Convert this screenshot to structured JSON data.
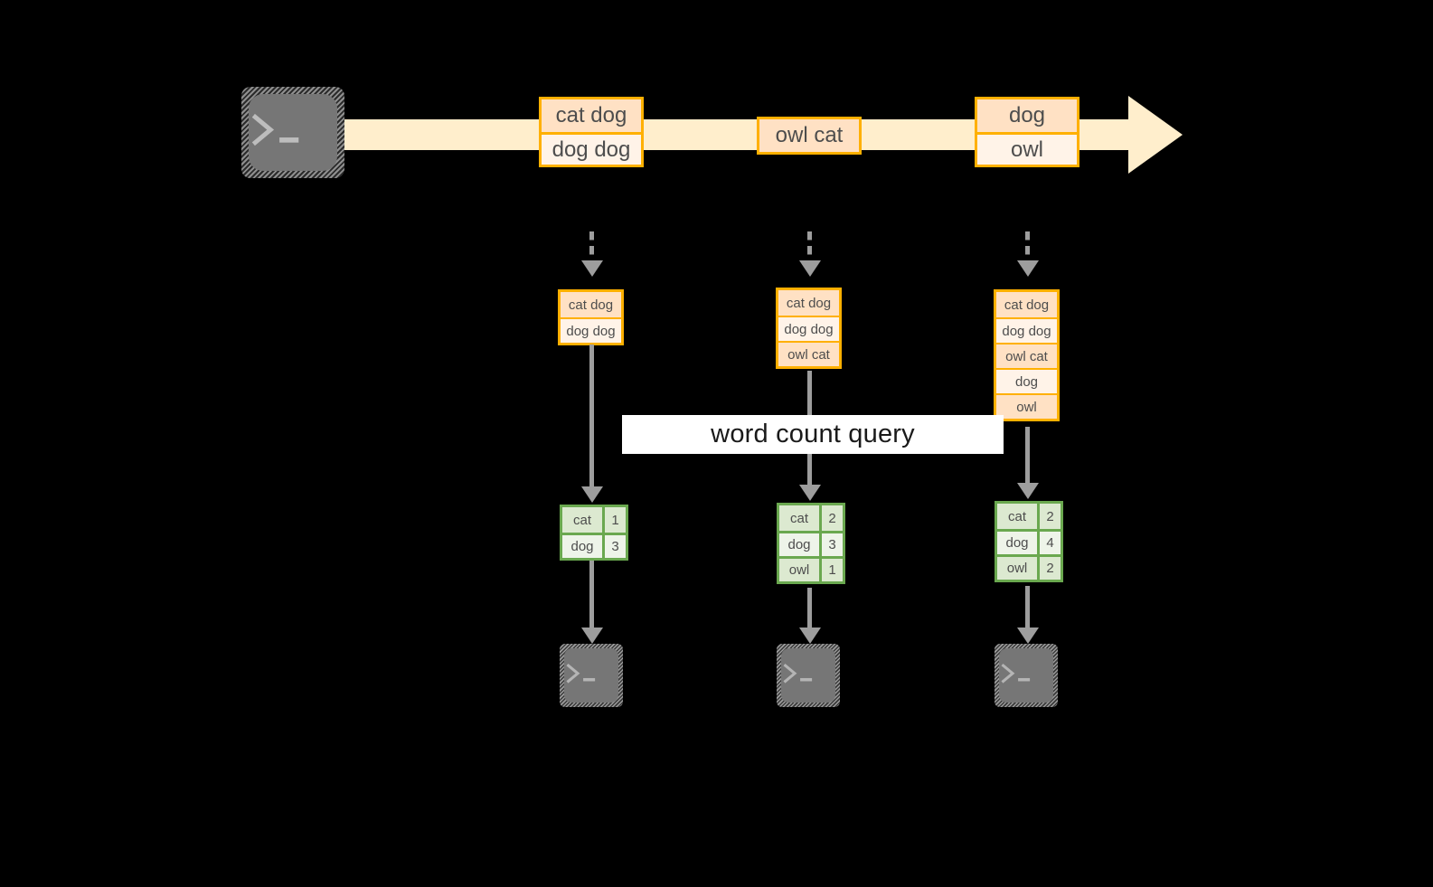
{
  "diagram": {
    "title_label": "word count query",
    "colors": {
      "stream": "#ffeecc",
      "record_border": "#ffb000",
      "record_fill_dark": "#ffe1c4",
      "record_fill_light": "#fff3e8",
      "result_border": "#6aa84f",
      "result_fill_dark": "#dce9d0",
      "result_fill_light": "#eef4e9",
      "connector": "#9d9d9d",
      "terminal_body": "#767676",
      "background": "#000000"
    },
    "icons": {
      "producer_terminal": "terminal-prompt-icon",
      "consumer_terminal": "terminal-prompt-icon",
      "stream_arrow": "right-arrow-icon",
      "dashed_arrow": "dashed-down-arrow-icon",
      "solid_arrow": "solid-down-arrow-icon"
    },
    "stream": {
      "groups": [
        {
          "name": "group-1",
          "rows": [
            "cat dog",
            "dog dog"
          ]
        },
        {
          "name": "group-2",
          "rows": [
            "owl cat"
          ]
        },
        {
          "name": "group-3",
          "rows": [
            "dog",
            "owl"
          ]
        }
      ]
    },
    "columns": [
      {
        "name": "snapshot-1",
        "records": [
          "cat dog",
          "dog dog"
        ],
        "results": [
          {
            "word": "cat",
            "count": "1"
          },
          {
            "word": "dog",
            "count": "3"
          }
        ]
      },
      {
        "name": "snapshot-2",
        "records": [
          "cat dog",
          "dog dog",
          "owl cat"
        ],
        "results": [
          {
            "word": "cat",
            "count": "2"
          },
          {
            "word": "dog",
            "count": "3"
          },
          {
            "word": "owl",
            "count": "1"
          }
        ]
      },
      {
        "name": "snapshot-3",
        "records": [
          "cat dog",
          "dog dog",
          "owl cat",
          "dog",
          "owl"
        ],
        "results": [
          {
            "word": "cat",
            "count": "2"
          },
          {
            "word": "dog",
            "count": "4"
          },
          {
            "word": "owl",
            "count": "2"
          }
        ]
      }
    ]
  }
}
